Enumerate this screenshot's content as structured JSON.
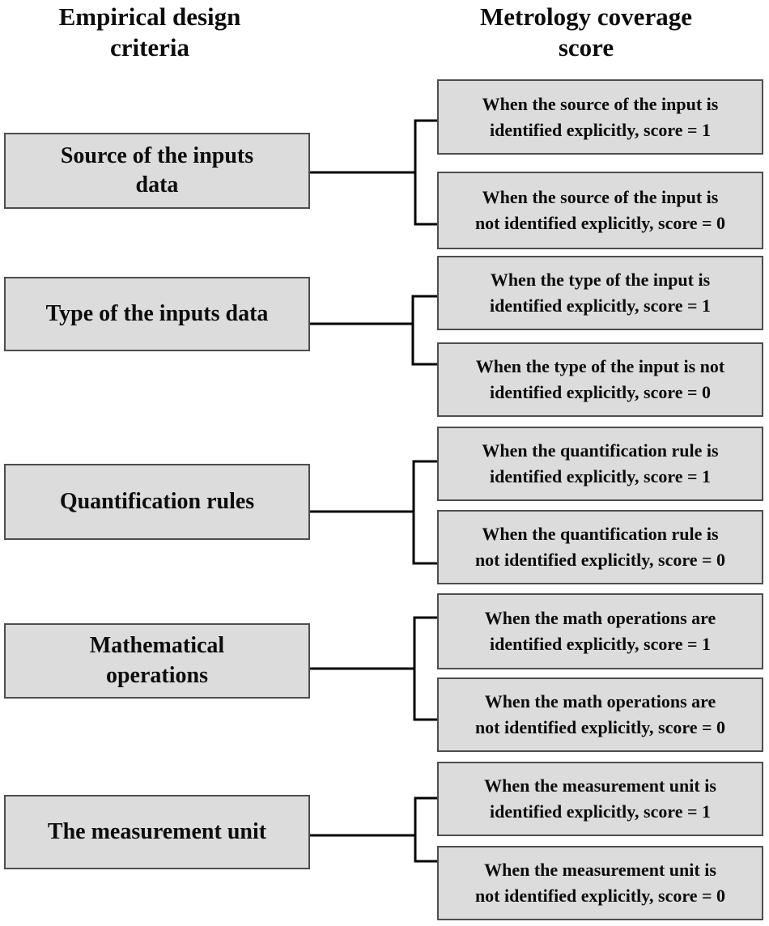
{
  "headers": {
    "left": "Empirical design\ncriteria",
    "right": "Metrology coverage\nscore"
  },
  "colors": {
    "background": "#ffffff",
    "box_fill": "#dcdcdc",
    "box_border": "#4d4d4d",
    "connector_line": "#000000",
    "text": "#0d0d0d"
  },
  "criteria": [
    {
      "label": "Source of the inputs\ndata",
      "score1": "When the source of the input is\nidentified explicitly, score = 1",
      "score0": "When the source of the input is\nnot identified explicitly, score = 0"
    },
    {
      "label": "Type of the inputs data",
      "score1": "When the type of the input is\nidentified explicitly, score = 1",
      "score0": "When the type of the input is not\nidentified explicitly, score = 0"
    },
    {
      "label": "Quantification rules",
      "score1": "When the quantification rule is\nidentified explicitly, score = 1",
      "score0": "When the quantification rule is\nnot identified explicitly, score = 0"
    },
    {
      "label": "Mathematical\noperations",
      "score1": "When the math operations are\nidentified explicitly, score = 1",
      "score0": "When the math operations are\nnot identified explicitly, score = 0"
    },
    {
      "label": "The measurement unit",
      "score1": "When the measurement unit is\nidentified explicitly, score = 1",
      "score0": "When the measurement unit is\nnot identified explicitly, score = 0"
    }
  ]
}
